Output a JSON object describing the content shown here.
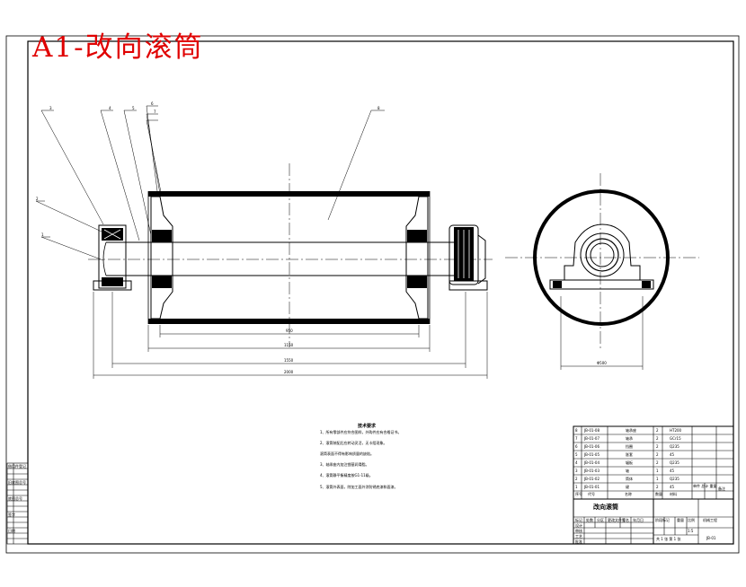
{
  "title": "A1-改向滚筒",
  "notes": {
    "heading": "技术要求",
    "items": [
      "1、所有零部件应符合图样，外购件应有合格证书。",
      "2、滚筒装配后应转动灵活，无卡阻现象。",
      "   滚筒表面不得有影响质量的缺陷。",
      "3、轴承座内加注锂基润滑脂。",
      "4、滚筒静平衡精度按G1-11级。",
      "5、滚筒外表面，除加工面外涂防锈底漆和面漆。"
    ]
  },
  "dimensions": {
    "inner": "950",
    "middle": "1150",
    "outer": "1550",
    "overall": "2000",
    "diameter": "Φ500"
  },
  "bom": {
    "rows": [
      [
        "8",
        "JB-01-08",
        "轴承座",
        "2",
        "HT200"
      ],
      [
        "7",
        "JB-01-07",
        "轴承",
        "2",
        "GCr15"
      ],
      [
        "6",
        "JB-01-06",
        "挡圈",
        "2",
        "Q235"
      ],
      [
        "5",
        "JB-01-05",
        "胀套",
        "2",
        "45"
      ],
      [
        "4",
        "JB-01-04",
        "辐板",
        "2",
        "Q235"
      ],
      [
        "3",
        "JB-01-03",
        "轴",
        "1",
        "45"
      ],
      [
        "2",
        "JB-01-02",
        "筒体",
        "1",
        "Q235"
      ],
      [
        "1",
        "JB-01-01",
        "键",
        "2",
        "45"
      ]
    ],
    "header": {
      "no": "序号",
      "code": "代号",
      "name": "名称",
      "qty": "数量",
      "material": "材料",
      "weight": "单件 总计 重量",
      "remark": "备注"
    }
  },
  "titleblock": {
    "drawing_name": "改向滚筒",
    "company": "机械工程",
    "scale_label": "比例",
    "scale": "1:5",
    "sheet": "共 1 张 第 1 张",
    "code": "JB-01",
    "designer": "设计",
    "checker": "审核",
    "process": "工艺",
    "approve": "批准",
    "stage": "阶段标记",
    "weight": "重量",
    "marks": [
      "标记",
      "处数",
      "分区",
      "更改文件号",
      "签名",
      "年月日"
    ]
  },
  "leaders": [
    "1",
    "2",
    "3",
    "4",
    "5",
    "6",
    "7",
    "8"
  ],
  "side_table_labels": [
    "借用件登记",
    "旧底图总号",
    "底图总号",
    "签字",
    "日期"
  ]
}
